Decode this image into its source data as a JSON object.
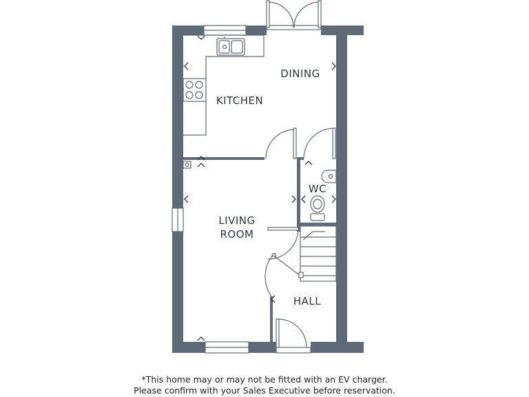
{
  "rooms": {
    "dining": "DINING",
    "kitchen": "KITCHEN",
    "wc": "WC",
    "living_line1": "LIVING",
    "living_line2": "ROOM",
    "hall": "HALL"
  },
  "footnote": {
    "line1": "*This home may or may not be fitted with an EV charger.",
    "line2": "Please confirm with your Sales Executive before reservation."
  },
  "colors": {
    "wall": "#5e6a78",
    "text": "#2f3640"
  }
}
